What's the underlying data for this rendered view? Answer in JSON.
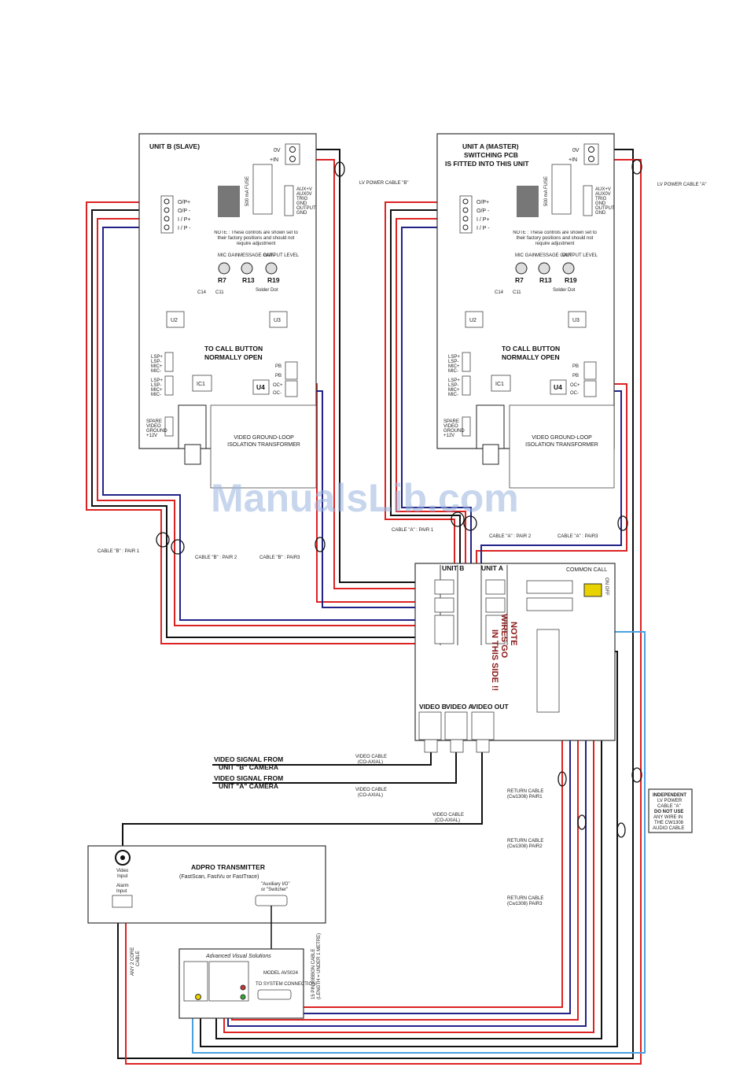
{
  "unitB": {
    "title": "UNIT B (SLAVE)",
    "power_0v": "0V",
    "power_in": "+IN",
    "fuse": "500 mA FUSE",
    "aux_labels": [
      "AUX+V",
      "AUX0V",
      "TRIG",
      "GND",
      "OUTPUT",
      "GND"
    ],
    "op_labels": [
      "O/P+",
      "O/P -",
      "I / P+",
      "I / P -"
    ],
    "note": "NOTE : These controls are shown set to their factory positions and should not require adjustment",
    "pots": [
      "MIC GAIN",
      "MESSAGE GAIN",
      "OUTPUT LEVEL"
    ],
    "resistors": [
      "R7",
      "R13",
      "R19"
    ],
    "caps": [
      "C14",
      "C11"
    ],
    "solder": "Solder Dot",
    "u2": "U2",
    "u3": "U3",
    "call_button": "TO CALL BUTTON",
    "normally_open": "NORMALLY OPEN",
    "pb": "PB",
    "oc_plus": "OC+",
    "oc_minus": "OC-",
    "u4": "U4",
    "ic1": "IC1",
    "lsp1": [
      "LSP+",
      "LSP-",
      "MIC+",
      "MIC-"
    ],
    "spare": [
      "SPARE",
      "VIDEO",
      "GROUND",
      "+12V"
    ],
    "transformer": "VIDEO GROUND-LOOP ISOLATION TRANSFORMER"
  },
  "unitA": {
    "title_1": "UNIT A (MASTER)",
    "title_2": "SWITCHING PCB",
    "title_3": "IS FITTED INTO THIS UNIT"
  },
  "cables": {
    "lv_b": "LV POWER CABLE \"B\"",
    "lv_a": "LV POWER CABLE \"A\"",
    "b_pair1": "CABLE \"B\" : PAIR 1",
    "b_pair2": "CABLE \"B\" : PAIR 2",
    "b_pair3": "CABLE \"B\" : PAIR3",
    "a_pair1": "CABLE \"A\" : PAIR 1",
    "a_pair2": "CABLE \"A\" : PAIR 2",
    "a_pair3": "CABLE \"A\" : PAIR3"
  },
  "switch_box": {
    "unit_b": "UNIT B",
    "unit_a": "UNIT A",
    "common_call": "COMMON CALL",
    "on_off": "ON OFF",
    "note_title": "NOTE",
    "note_1": "WIRES GO",
    "note_2": "IN THIS SIDE !!",
    "video_b": "VIDEO B",
    "video_a": "VIDEO A",
    "video_out": "VIDEO OUT"
  },
  "video": {
    "signal_b_1": "VIDEO SIGNAL FROM",
    "signal_b_2": "UNIT \"B\" CAMERA",
    "signal_a_1": "VIDEO SIGNAL FROM",
    "signal_a_2": "UNIT \"A\" CAMERA",
    "coax_1": "VIDEO CABLE",
    "coax_2": "(CO-AXIAL)"
  },
  "returns": {
    "r1_1": "RETURN CABLE",
    "r1_2": "(Cw1308) PAIR1",
    "r2_2": "(Cw1308) PAIR2",
    "r3_2": "(Cw1308) PAIR3"
  },
  "independent": [
    "INDEPENDENT",
    "LV POWER",
    "CABLE \"A\"",
    "DO NOT USE",
    "ANY WIRE IN",
    "THE CW1308",
    "AUDIO CABLE"
  ],
  "transmitter": {
    "title": "ADPRO TRANSMITTER",
    "subtitle": "(FastScan, FastVu or FastTrace)",
    "video_input_1": "Video",
    "video_input_2": "Input",
    "alarm_1": "Alarm",
    "alarm_2": "Input",
    "aux_1": "\"Auxiliary I/O\"",
    "aux_2": "or \"Switcher\"",
    "two_core_1": "ANY 2 CORE",
    "two_core_2": "CABLE",
    "ribbon_1": "15 PIN RIBBON CABLE",
    "ribbon_2": "(LENGTH = UNDER 1 METRE)"
  },
  "avs": {
    "title": "Advanced Visual Solutions",
    "model": "MODEL AVS024",
    "conn": "TO SYSTEM CONNECTION"
  },
  "watermark": "ManualsLib.com",
  "colors": {
    "red": "#dd2222",
    "black": "#111111",
    "blue": "#222288",
    "light_blue": "#4aa0e0"
  }
}
